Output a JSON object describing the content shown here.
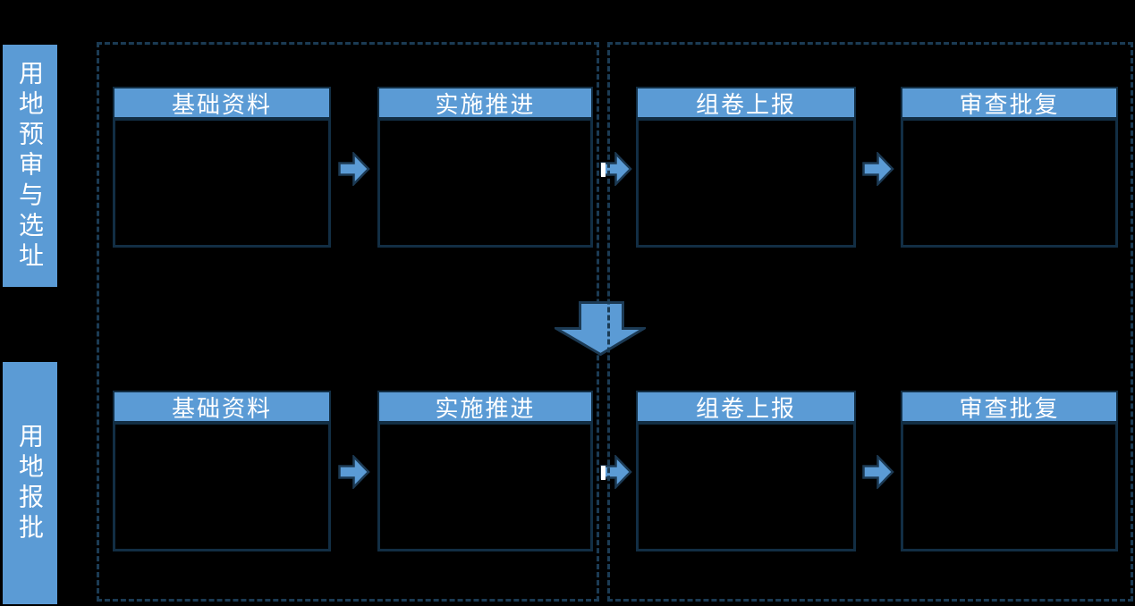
{
  "diagram": {
    "background": "#000000",
    "side_labels": [
      {
        "id": "preapproval",
        "text": "用地预审与选址"
      },
      {
        "id": "report",
        "text": "用地报批"
      }
    ],
    "rows": [
      {
        "id": "preapproval",
        "boxes": [
          {
            "title": "基础资料"
          },
          {
            "title": "实施推进"
          },
          {
            "title": "组卷上报"
          },
          {
            "title": "审查批复"
          }
        ]
      },
      {
        "id": "report",
        "boxes": [
          {
            "title": "基础资料"
          },
          {
            "title": "实施推进"
          },
          {
            "title": "组卷上报"
          },
          {
            "title": "审查批复"
          }
        ]
      }
    ],
    "icons": {
      "right_arrow": "flow-arrow-right-icon",
      "down_arrow": "flow-arrow-down-icon"
    },
    "colors": {
      "accent_blue": "#5B9BD5",
      "box_border": "#122E44",
      "dash_border": "#1B3B54",
      "arrow_stroke": "#1C3A54",
      "text_white": "#FFFFFF"
    }
  }
}
